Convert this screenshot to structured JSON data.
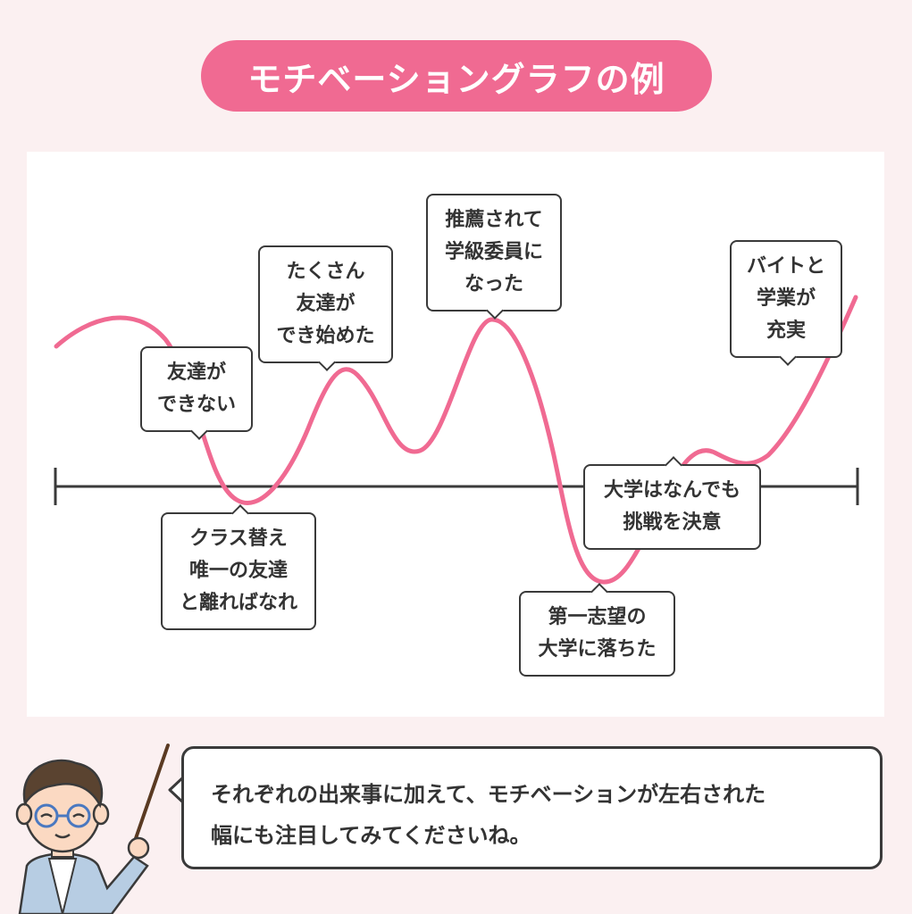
{
  "title": "モチベーショングラフの例",
  "colors": {
    "accent": "#f06a92",
    "curve": "#f06a92",
    "axis": "#3a3a3a"
  },
  "events": [
    {
      "id": "friends-none",
      "lines": [
        "友達が",
        "できない"
      ]
    },
    {
      "id": "class-change",
      "lines": [
        "クラス替え",
        "唯一の友達",
        "と離ればなれ"
      ]
    },
    {
      "id": "many-friends",
      "lines": [
        "たくさん",
        "友達が",
        "でき始めた"
      ]
    },
    {
      "id": "class-rep",
      "lines": [
        "推薦されて",
        "学級委員に",
        "なった"
      ]
    },
    {
      "id": "exam-fail",
      "lines": [
        "第一志望の",
        "大学に落ちた"
      ]
    },
    {
      "id": "challenge",
      "lines": [
        "大学はなんでも",
        "挑戦を決意"
      ]
    },
    {
      "id": "part-time",
      "lines": [
        "バイトと",
        "学業が",
        "充実"
      ]
    }
  ],
  "comment": {
    "line1": "それぞれの出来事に加えて、モチベーションが左右された",
    "line2": "幅にも注目してみてくださいね。"
  },
  "icons": {
    "teacher": "teacher-with-pointer-icon"
  }
}
